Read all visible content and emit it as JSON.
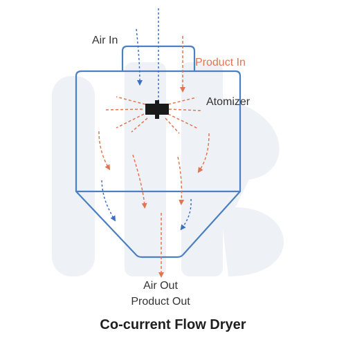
{
  "diagram": {
    "title": "Co-current Flow Dryer",
    "labels": {
      "air_in": "Air In",
      "product_in": "Product In",
      "atomizer": "Atomizer",
      "air_out": "Air Out",
      "product_out": "Product Out"
    },
    "colors": {
      "vessel": "#4a7fc1",
      "air_flow": "#3f6fc0",
      "product_flow": "#e07550",
      "atomizer": "#1a1a1a",
      "watermark": "#eef1f6",
      "title_text": "#1e1e1e",
      "label_text": "#333333"
    },
    "line_style": {
      "air_flow": "dashed",
      "product_flow": "dashed"
    }
  }
}
